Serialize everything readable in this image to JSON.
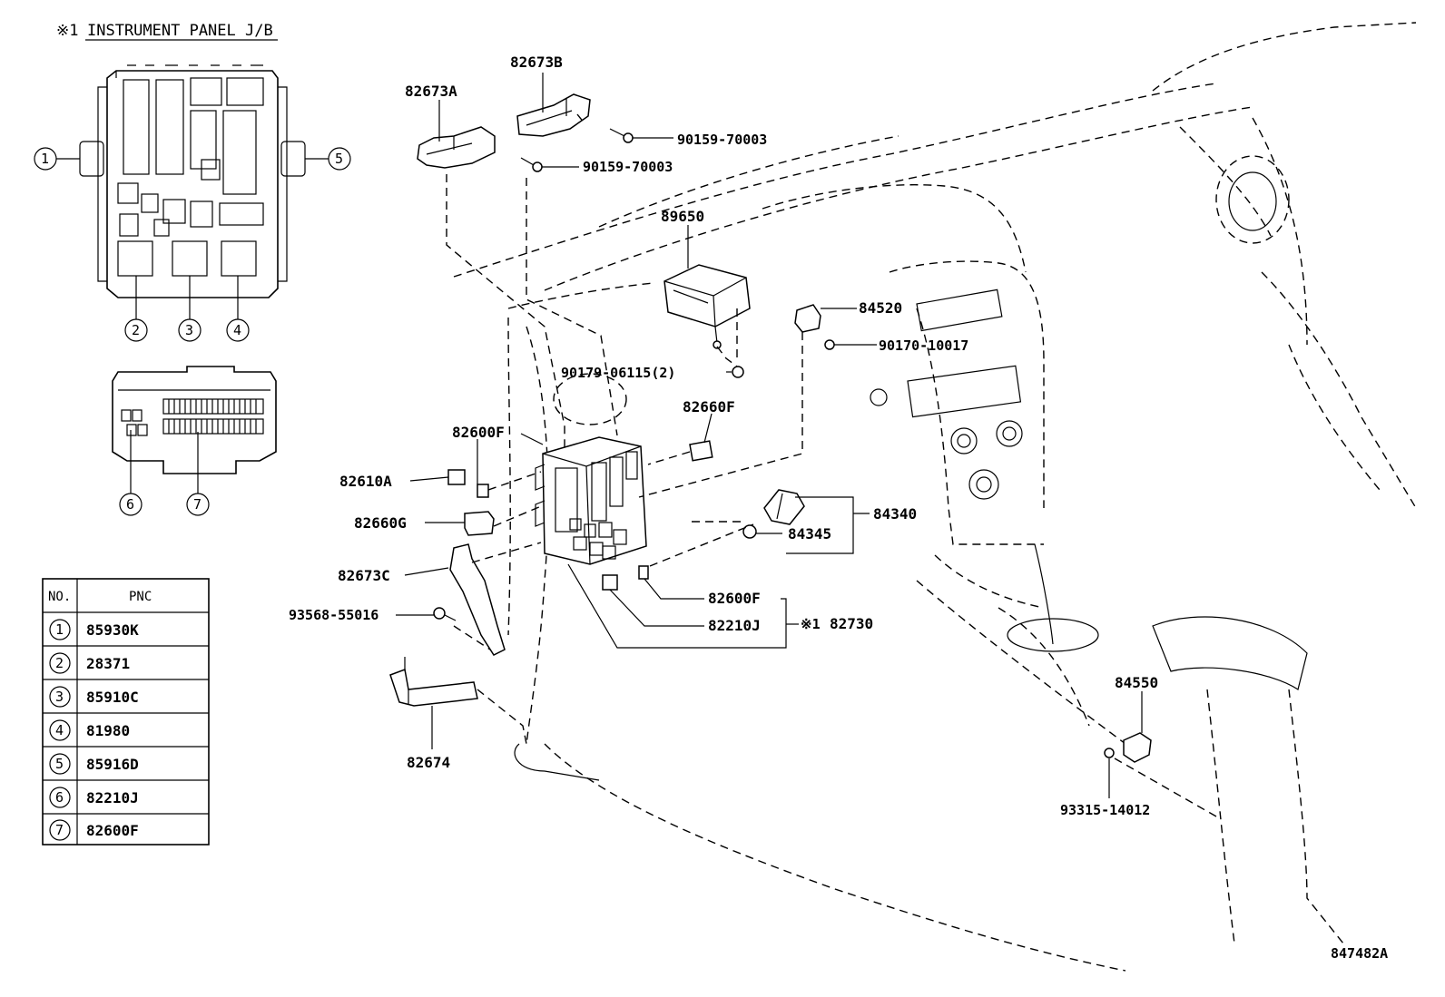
{
  "header": {
    "mark": "※1",
    "title": "INSTRUMENT PANEL J/B"
  },
  "callouts": [
    "1",
    "2",
    "3",
    "4",
    "5",
    "6",
    "7"
  ],
  "part_labels": {
    "p82673B": "82673B",
    "p82673A": "82673A",
    "p90159a": "90159-70003",
    "p90159b": "90159-70003",
    "p89650": "89650",
    "p84520": "84520",
    "p90170": "90170-10017",
    "p90179": "90179-06115(2)",
    "p82660F_top": "82660F",
    "p82600F_top": "82600F",
    "p82610A": "82610A",
    "p84340": "84340",
    "p82660G": "82660G",
    "p84345": "84345",
    "p82673C": "82673C",
    "p82600F_bottom": "82600F",
    "p93568": "93568-55016",
    "p82210J": "82210J",
    "p82730_mark": "※1",
    "p82730": "82730",
    "p84550": "84550",
    "p82674": "82674",
    "p93315": "93315-14012"
  },
  "table": {
    "headers": [
      "NO.",
      "PNC"
    ],
    "rows": [
      {
        "no": "1",
        "pnc": "85930K"
      },
      {
        "no": "2",
        "pnc": "28371"
      },
      {
        "no": "3",
        "pnc": "85910C"
      },
      {
        "no": "4",
        "pnc": "81980"
      },
      {
        "no": "5",
        "pnc": "85916D"
      },
      {
        "no": "6",
        "pnc": "82210J"
      },
      {
        "no": "7",
        "pnc": "82600F"
      }
    ]
  },
  "diagram_id": "847482A"
}
